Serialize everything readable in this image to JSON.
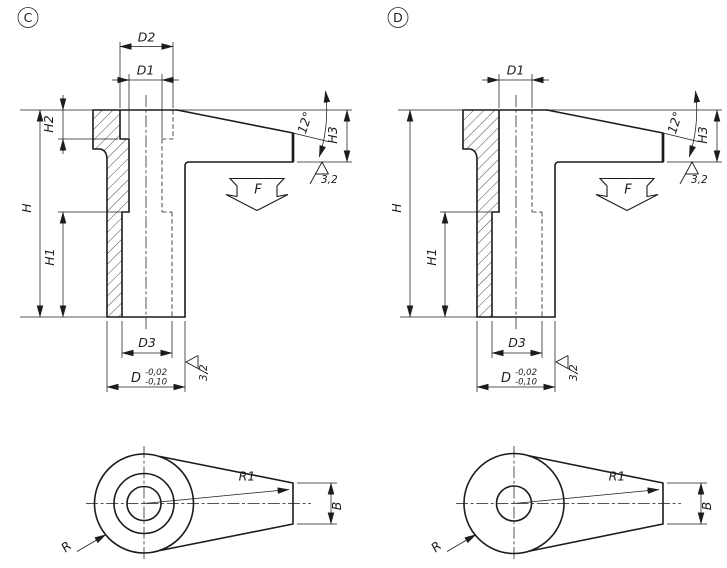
{
  "colors": {
    "line": "#1c1c1c",
    "background": "#ffffff"
  },
  "variant_c": {
    "label": "C",
    "d2": "D2",
    "d1": "D1",
    "h": "H",
    "h1": "H1",
    "h2": "H2",
    "h3": "H3",
    "angle": "12°",
    "force": "F",
    "surface_arm": "3,2",
    "surface_stem": "3,2",
    "d3": "D3",
    "d": "D",
    "tol_upper": "-0,02",
    "tol_lower": "-0,10",
    "r": "R",
    "r1": "R1",
    "b": "B"
  },
  "variant_d": {
    "label": "D",
    "d1": "D1",
    "h": "H",
    "h1": "H1",
    "h3": "H3",
    "angle": "12°",
    "force": "F",
    "surface_arm": "3,2",
    "surface_stem": "3,2",
    "d3": "D3",
    "d": "D",
    "tol_upper": "-0,02",
    "tol_lower": "-0,10",
    "r": "R",
    "r1": "R1",
    "b": "B"
  }
}
